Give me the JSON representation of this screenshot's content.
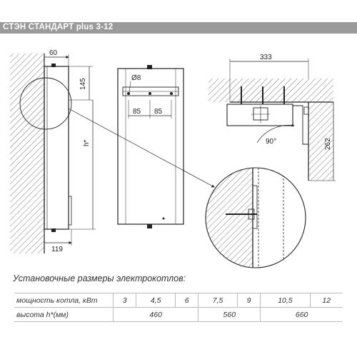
{
  "header": {
    "title": "СТЭН СТАНДАРТ plus 3-12"
  },
  "drawing": {
    "dims": {
      "d60": "60",
      "d145": "145",
      "dh": "h*",
      "d119": "119",
      "d8": "Ø8",
      "d85a": "85",
      "d85b": "85",
      "d333": "333",
      "d262": "262",
      "d90": "90°"
    }
  },
  "caption": "Установочные размеры электрокотлов:",
  "table": {
    "power_label": "мощность котла, кВт",
    "power_values": [
      "3",
      "4,5",
      "6",
      "7,5",
      "9",
      "10,5",
      "12"
    ],
    "height_label": "высота h*(мм)",
    "height_values": [
      "460",
      "560",
      "660"
    ]
  }
}
